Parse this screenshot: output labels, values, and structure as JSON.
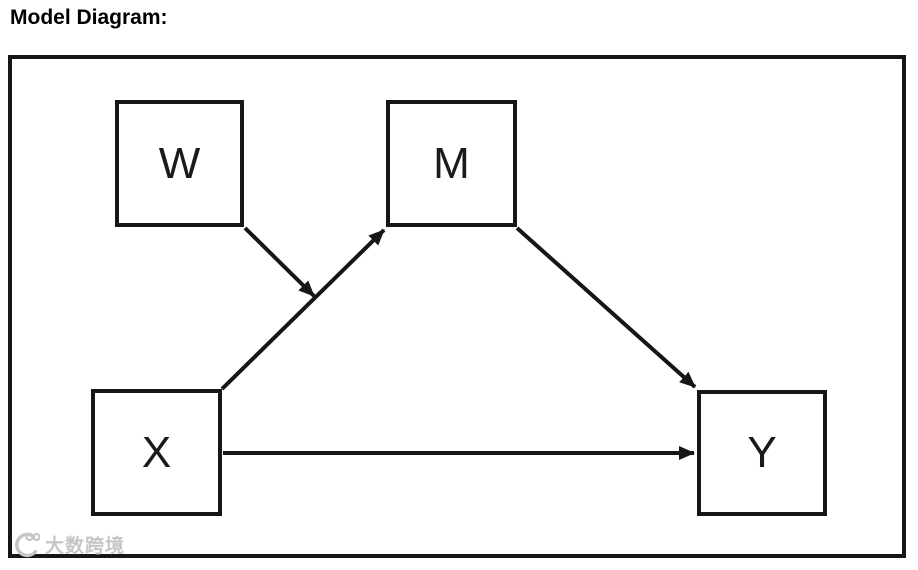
{
  "title": "Model Diagram:",
  "watermark": {
    "text": "大数跨境"
  },
  "diagram": {
    "type": "conceptual-path-diagram",
    "nodes": [
      {
        "id": "W",
        "label": "W"
      },
      {
        "id": "M",
        "label": "M"
      },
      {
        "id": "X",
        "label": "X"
      },
      {
        "id": "Y",
        "label": "Y"
      }
    ],
    "edges": [
      {
        "from": "X",
        "to": "M"
      },
      {
        "from": "W",
        "to": "X→M path"
      },
      {
        "from": "M",
        "to": "Y"
      },
      {
        "from": "X",
        "to": "Y"
      }
    ],
    "colors": {
      "stroke": "#161616",
      "background": "#ffffff",
      "watermark": "#c6c6c6"
    }
  }
}
